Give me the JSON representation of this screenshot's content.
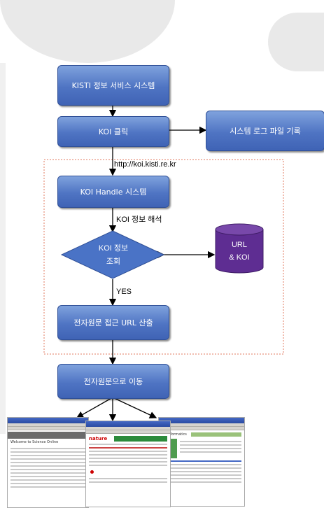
{
  "nodes": {
    "kisti": "KISTI 정보 서비스 시스템",
    "koi_click": "KOI 클릭",
    "system_log": "시스템 로그 파일 기록",
    "koi_handle": "KOI Handle 시스템",
    "koi_lookup": "KOI 정보\n조회",
    "url_koi_db": "URL\n& KOI",
    "url_calc": "전자원문 접근 URL 산출",
    "move": "전자원문으로 이동"
  },
  "edge_labels": {
    "url": "http://koi.kisti.re.kr",
    "parse": "KOI 정보 해석",
    "yes": "YES"
  },
  "screenshots": {
    "left_title": "Welcome to Science Online",
    "middle_logo": "nature",
    "right_title": "Bioinformatics"
  },
  "colors": {
    "box_top": "#7fa2dd",
    "box_bottom": "#3f63b5",
    "diamond": "#4a73c6",
    "dashed_border": "#e07a5f"
  }
}
